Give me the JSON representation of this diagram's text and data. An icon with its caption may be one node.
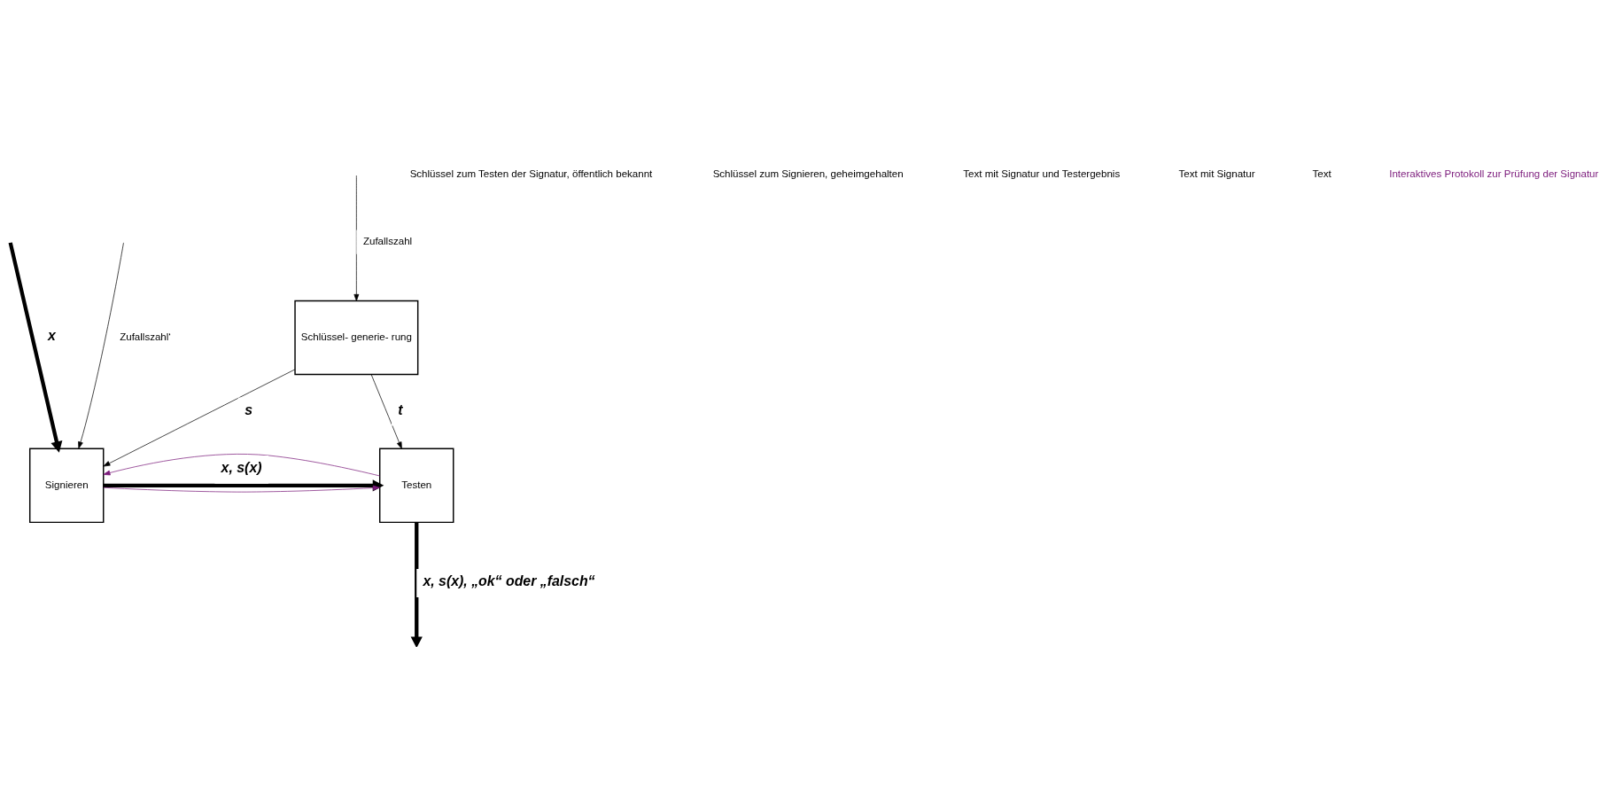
{
  "diagram": {
    "nodes": [
      {
        "text": [
          "Schlüssel- generie- rung"
        ]
      },
      {
        "text": [
          "Testen"
        ]
      },
      {
        "text": [
          "Signieren"
        ]
      }
    ],
    "edges": [
      {
        "from": null,
        "to": 0,
        "arrow": "to",
        "label": "Zufallszahl"
      },
      {
        "from": 0,
        "to": 1,
        "arrow": "to",
        "label": "t"
      },
      {
        "from": 0,
        "to": 2,
        "arrow": "to",
        "label": "s"
      },
      {
        "from": 1,
        "to": 2,
        "arrow": "to",
        "color": "#7b1a7b"
      },
      {
        "from": 2,
        "to": 1,
        "arrow": "to",
        "label": "x, s(x)",
        "style": "thick"
      },
      {
        "from": null,
        "to": 2,
        "arrow": "to",
        "label": "x",
        "style": "thick"
      },
      {
        "from": null,
        "to": 2,
        "arrow": "to",
        "label": "Zufallszahl‘"
      },
      {
        "from": 2,
        "to": 1,
        "arrow": "to",
        "color": "#7b1a7b"
      },
      {
        "from": 1,
        "to": null,
        "arrow": "to",
        "label": "x, s(x), „ok“ oder „falsch“",
        "style": "thick"
      }
    ],
    "labels": [
      "Schlüssel zum Testen der Signatur, öffentlich bekannt",
      "Schlüssel zum Signieren, geheimgehalten",
      "Text mit Signatur und Testergebnis",
      "Text mit Signatur",
      "Text",
      "Interaktives Protokoll zur Prüfung der Signatur"
    ]
  }
}
